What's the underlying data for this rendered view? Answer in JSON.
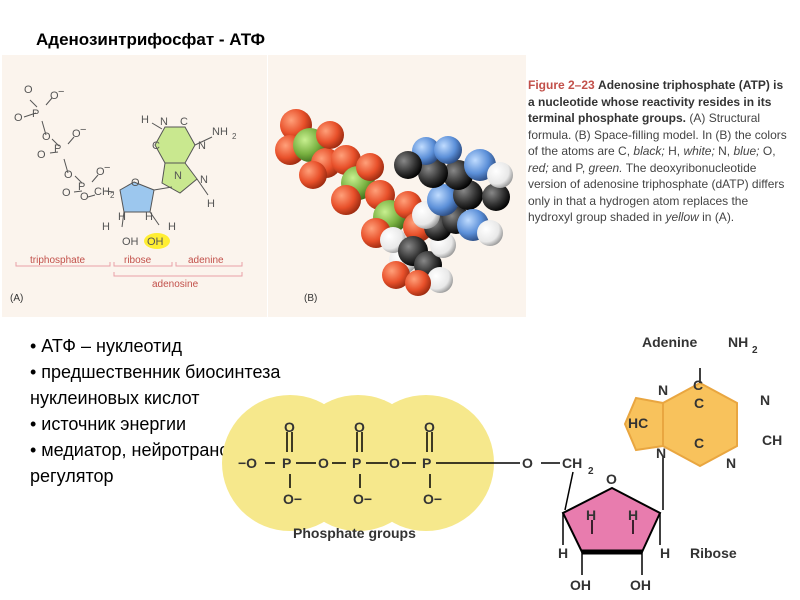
{
  "title": "Аденозинтрифосфат  - АТФ",
  "panel_a": {
    "label": "(A)",
    "atoms": {
      "o_minus": "O",
      "minus": "−",
      "o": "O",
      "p": "P",
      "ch2": "CH",
      "two": "2",
      "h": "H",
      "n": "N",
      "c": "C",
      "nh2": "NH",
      "oh": "OH"
    },
    "brackets": {
      "triphosphate": "triphosphate",
      "ribose": "ribose",
      "adenine": "adenine",
      "adenosine": "adenosine"
    }
  },
  "panel_b": {
    "label": "(B)"
  },
  "caption": {
    "fig": "Figure 2–23",
    "bold": "Adenosine triphosphate (ATP) is a nucleotide whose reactivity resides in its terminal phosphate groups.",
    "t1": "(A) Structural formula. (B) Space-filling model. In (B) the colors of the atoms are C,",
    "c_black": "black;",
    "t2": "H,",
    "h_white": "white;",
    "t3": "N,",
    "n_blue": "blue;",
    "t4": "O,",
    "o_red": "red;",
    "t5": "and P,",
    "p_green": "green.",
    "t6": "The deoxyribonucleotide version of adenosine triphosphate (dATP) differs only in that a hydrogen atom replaces the hydroxyl group shaded in",
    "yellow": "yellow",
    "t7": "in (A)."
  },
  "bullets": [
    "• АТФ – нуклеотид",
    "• предшественник биосинтеза нуклеиновых кислот",
    "• источник энергии",
    "• медиатор, нейротрансмиттер, регулятор"
  ],
  "diagram": {
    "adenine_label": "Adenine",
    "nh2": "NH",
    "two": "2",
    "phosphate_groups_label": "Phosphate groups",
    "ribose_label": "Ribose",
    "o": "O",
    "minus_o": "−O",
    "o_minus": "O−",
    "p": "P",
    "ch2": "CH",
    "c": "C",
    "n": "N",
    "hc": "HC",
    "ch": "CH",
    "h": "H",
    "oh": "OH"
  },
  "colors": {
    "phosphate_fill": "#f6e88c",
    "adenine_fill": "#f8c25c",
    "ribose_fill": "#e87cae",
    "highlight_yellow": "#ffee33",
    "ribose_blue": "#9cc7ee",
    "adenine_green": "#c9e88f",
    "bracket_pink": "#e8a0a8",
    "caption_red": "#c2504a"
  }
}
